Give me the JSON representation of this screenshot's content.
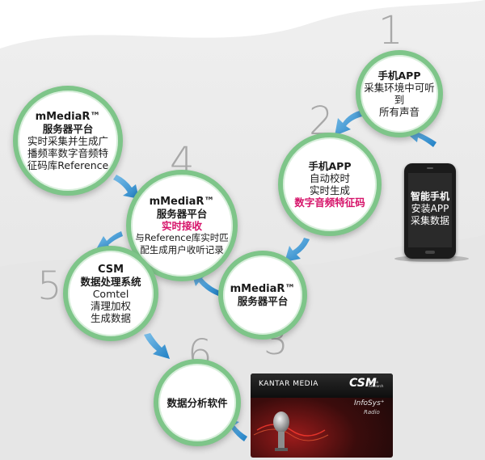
{
  "colors": {
    "ring": "#7ec589",
    "arrow": "#2f8fd1",
    "accent_red": "#d6146a",
    "step_number": "#a8a8a8"
  },
  "steps": [
    {
      "num": "1",
      "lines": [
        {
          "text": "手机APP",
          "style": "b"
        },
        {
          "text": "采集环境中可听到",
          "style": ""
        },
        {
          "text": "所有声音",
          "style": ""
        }
      ]
    },
    {
      "num": "2",
      "lines": [
        {
          "text": "手机APP",
          "style": "b"
        },
        {
          "text": "自动校时",
          "style": ""
        },
        {
          "text": "实时生成",
          "style": ""
        },
        {
          "text": "数字音频特征码",
          "style": "red"
        }
      ]
    },
    {
      "num": "3",
      "lines": [
        {
          "text": "mMediaR™",
          "style": "big"
        },
        {
          "text": "服务器平台",
          "style": "b"
        }
      ]
    },
    {
      "num": "4",
      "lines": [
        {
          "text": "mMediaR™",
          "style": "big"
        },
        {
          "text": "服务器平台",
          "style": "b"
        },
        {
          "text": "实时接收",
          "style": "red"
        },
        {
          "text": "与Reference库实时匹",
          "style": ""
        },
        {
          "text": "配生成用户收听记录",
          "style": ""
        }
      ]
    },
    {
      "num": "5",
      "lines": [
        {
          "text": "CSM",
          "style": "big"
        },
        {
          "text": "数据处理系统",
          "style": "b"
        },
        {
          "text": "Comtel",
          "style": ""
        },
        {
          "text": "清理加权",
          "style": ""
        },
        {
          "text": "生成数据",
          "style": ""
        }
      ]
    },
    {
      "num": "6",
      "lines": [
        {
          "text": "数据分析软件",
          "style": "b"
        }
      ]
    }
  ],
  "reference_circle": {
    "lines": [
      {
        "text": "mMediaR™",
        "style": "big"
      },
      {
        "text": "服务器平台",
        "style": "b"
      },
      {
        "text": "实时采集并生成广",
        "style": ""
      },
      {
        "text": "播频率数字音频特",
        "style": ""
      },
      {
        "text": "征码库Reference",
        "style": ""
      }
    ]
  },
  "phone": {
    "title": "智能手机",
    "line2": "安装APP",
    "line3": "采集数据"
  },
  "card": {
    "brand": "KANTAR MEDIA",
    "csm": "CSM",
    "csm_sub": "Media Research",
    "infosys": "InfoSys⁺",
    "radio": "Radio"
  }
}
